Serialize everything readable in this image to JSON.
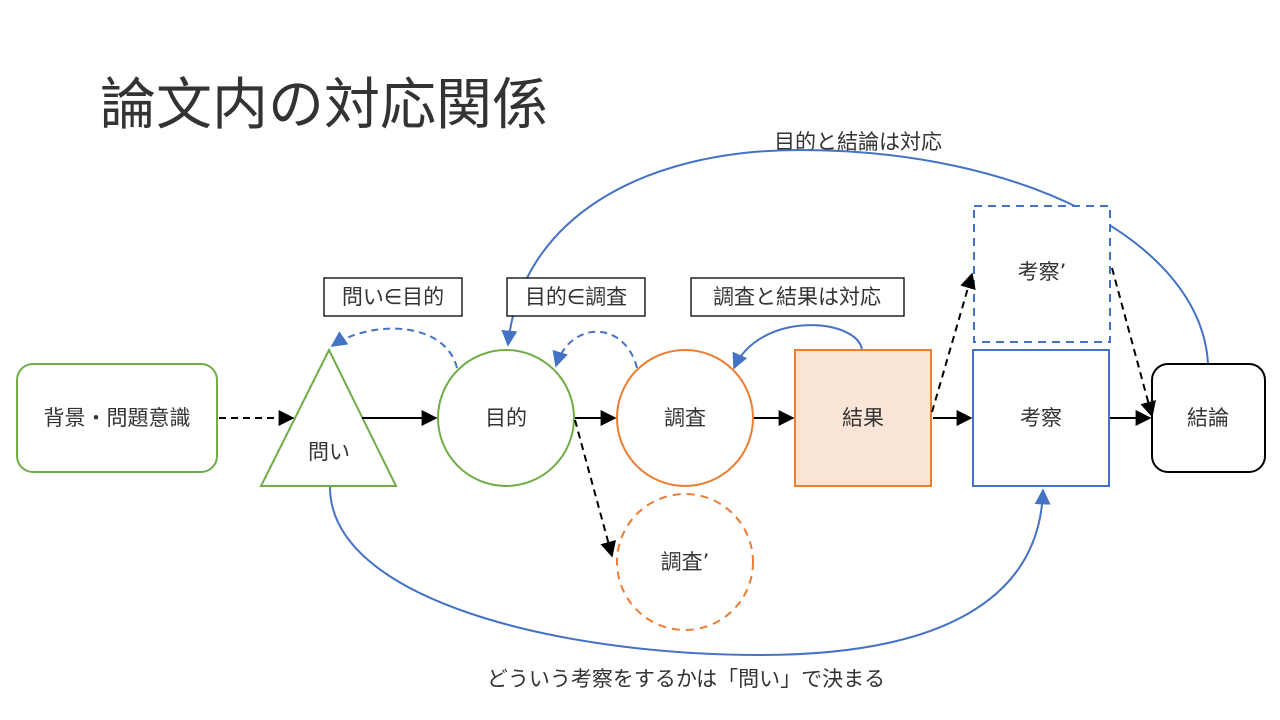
{
  "title": "論文内の対応関係",
  "annotations": {
    "top": "目的と結論は対応",
    "bottom": "どういう考察をするかは「問い」で決まる",
    "box1": "問い∈目的",
    "box2": "目的∈調査",
    "box3": "調査と結果は対応"
  },
  "nodes": {
    "background": "背景・問題意識",
    "question": "問い",
    "purpose": "目的",
    "survey": "調査",
    "survey_alt": "調査’",
    "result": "結果",
    "discussion": "考察",
    "discussion_alt": "考察’",
    "conclusion": "結論"
  },
  "colors": {
    "green": "#70ad47",
    "orange": "#ed7d31",
    "orange_fill": "#fbe5d6",
    "blue": "#4472c4",
    "black": "#000000"
  }
}
